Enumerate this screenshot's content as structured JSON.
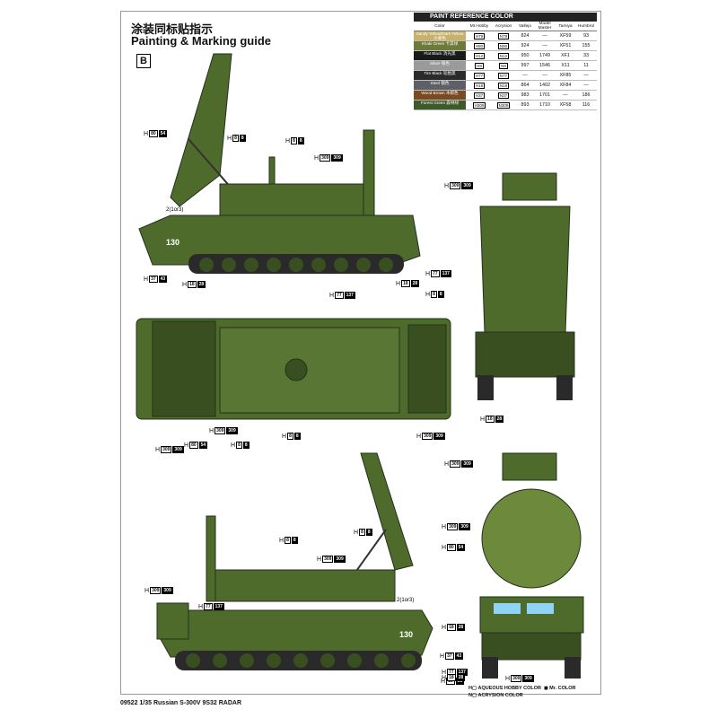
{
  "header": {
    "title_cn": "涂装同标贴指示",
    "title_en": "Painting & Marking guide",
    "scheme": "B"
  },
  "paint_table": {
    "title": "PAINT REFERENCE COLOR",
    "columns": [
      "Color",
      "Mr.Hobby",
      "Acrysion",
      "Vallejo",
      "Model Master",
      "Tamiya",
      "Humbrol"
    ],
    "rows": [
      {
        "name": "Sandy Yellow/Dark Yellow",
        "name_cn": "沙黄色",
        "color": "#c9b16a",
        "h": "79",
        "acry": "79",
        "vallejo": "824",
        "mm": "—",
        "tamiya": "XF59",
        "humbrol": "93"
      },
      {
        "name": "Khaki Green",
        "name_cn": "卡其绿",
        "color": "#6e7a3a",
        "h": "80",
        "acry": "80",
        "vallejo": "924",
        "mm": "—",
        "tamiya": "XF51",
        "humbrol": "155"
      },
      {
        "name": "Flat Black",
        "name_cn": "消光黑",
        "color": "#1a1a1a",
        "h": "12",
        "acry": "12",
        "vallejo": "950",
        "mm": "1749",
        "tamiya": "XF1",
        "humbrol": "33"
      },
      {
        "name": "Silver",
        "name_cn": "银色",
        "color": "#9a9a9a",
        "h": "8",
        "acry": "8",
        "vallejo": "997",
        "mm": "1546",
        "tamiya": "X11",
        "humbrol": "11"
      },
      {
        "name": "Tire Black",
        "name_cn": "轮胎黑",
        "color": "#2b2b2b",
        "h": "77",
        "acry": "77",
        "vallejo": "—",
        "mm": "—",
        "tamiya": "XF85",
        "humbrol": "—"
      },
      {
        "name": "Steel",
        "name_cn": "钢色",
        "color": "#5d6066",
        "h": "18",
        "acry": "18",
        "vallejo": "864",
        "mm": "1402",
        "tamiya": "XF84",
        "humbrol": "—"
      },
      {
        "name": "Wood Brown",
        "name_cn": "木棕色",
        "color": "#7a4b22",
        "h": "37",
        "acry": "37",
        "vallejo": "983",
        "mm": "1701",
        "tamiya": "—",
        "humbrol": "186"
      },
      {
        "name": "Forest Green",
        "name_cn": "森林绿",
        "color": "#3f5a2a",
        "h": "309",
        "acry": "309",
        "vallejo": "893",
        "mm": "1710",
        "tamiya": "XF58",
        "humbrol": "116"
      }
    ]
  },
  "markings": {
    "hull_number": "130",
    "decal_note": "2(1or3)"
  },
  "callouts": [
    {
      "id": "c1",
      "a": "80",
      "b": "54"
    },
    {
      "id": "c2",
      "a": "8",
      "b": "8"
    },
    {
      "id": "c3",
      "a": "8",
      "b": "8"
    },
    {
      "id": "c4",
      "a": "309",
      "b": "309"
    },
    {
      "id": "c5",
      "a": "309",
      "b": "309"
    },
    {
      "id": "c6",
      "a": "37",
      "b": "43"
    },
    {
      "id": "c7",
      "a": "77",
      "b": "137"
    },
    {
      "id": "c8",
      "a": "18",
      "b": "28"
    },
    {
      "id": "c9",
      "a": "18",
      "b": "28"
    },
    {
      "id": "c10",
      "a": "77",
      "b": "137"
    },
    {
      "id": "c11",
      "a": "8",
      "b": "8"
    },
    {
      "id": "c12",
      "a": "18",
      "b": "28"
    },
    {
      "id": "c13",
      "a": "309",
      "b": "309"
    },
    {
      "id": "c14",
      "a": "80",
      "b": "54"
    },
    {
      "id": "c15",
      "a": "8",
      "b": "8"
    },
    {
      "id": "c16",
      "a": "8",
      "b": "8"
    },
    {
      "id": "c17",
      "a": "309",
      "b": "309"
    },
    {
      "id": "c18",
      "a": "309",
      "b": "309"
    },
    {
      "id": "c19",
      "a": "309",
      "b": "309"
    },
    {
      "id": "c20",
      "a": "8",
      "b": "8"
    },
    {
      "id": "c21",
      "a": "8",
      "b": "8"
    },
    {
      "id": "c22",
      "a": "309",
      "b": "309"
    },
    {
      "id": "c23",
      "a": "77",
      "b": "137"
    },
    {
      "id": "c24",
      "a": "309",
      "b": "309"
    },
    {
      "id": "c25",
      "a": "309",
      "b": "309"
    },
    {
      "id": "c26",
      "a": "80",
      "b": "54"
    },
    {
      "id": "c27",
      "a": "18",
      "b": "28"
    },
    {
      "id": "c28",
      "a": "37",
      "b": "43"
    },
    {
      "id": "c29",
      "a": "77",
      "b": "137"
    },
    {
      "id": "c30",
      "a": "18",
      "b": "28"
    },
    {
      "id": "c31",
      "a": "18",
      "b": "28"
    },
    {
      "id": "c32",
      "a": "309",
      "b": "309"
    }
  ],
  "legend": {
    "aqueous": "AQUEOUS HOBBY COLOR",
    "acrysion": "ACRYSION COLOR",
    "mr_color": "Mr. COLOR"
  },
  "footer": "09522 1/35 Russian S-300V 9S32 RADAR",
  "colors": {
    "vehicle_green": "#4f6b2c",
    "vehicle_dark": "#3a4f20",
    "track": "#2a2a2a"
  }
}
